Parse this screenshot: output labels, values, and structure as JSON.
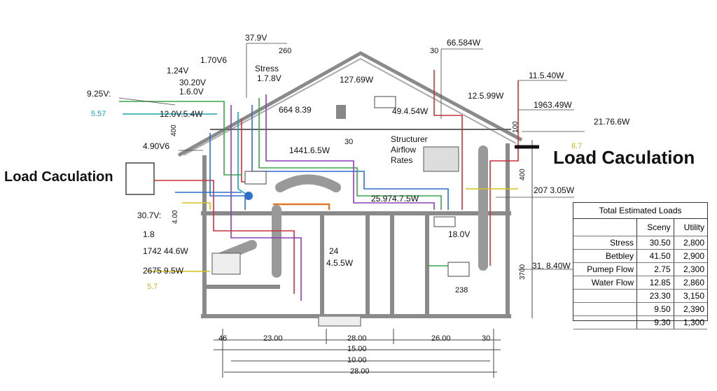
{
  "headings": {
    "left_title": "Load Caculation",
    "right_title": "Load Caculation",
    "center_note_1": "Structurer",
    "center_note_2": "Airflow",
    "center_note_3": "Rates",
    "stress_label": "Stress"
  },
  "callouts": {
    "c1": "37.9V",
    "c2": "260",
    "c3": "1.70V6",
    "c4": "1.24V",
    "c5": "30.20V",
    "c6": "1.6.0V",
    "c7": "9.25V:",
    "c8": "5.57",
    "c9": "1.7.8V",
    "c10": "127.69W",
    "c11": "664 8.39",
    "c12": "12.0V.5.4W",
    "c13": "4.90V6",
    "c14": "1441.6.5W",
    "c15": "30",
    "c16": "30",
    "c17": "66.584W",
    "c18": "49.4.54W",
    "c19": "11.5.40W",
    "c20": "12.5.99W",
    "c21": "1963.49W",
    "c22": "21.76.6W",
    "c23": "6.7",
    "c24": "207 3.05W",
    "c25": "25.974.7.5W",
    "c26": "30.7V:",
    "c27": "1.8",
    "c28": "1742 44.6W",
    "c29": "2675 9.5W",
    "c30": "5.7",
    "c31": "24",
    "c32": "4.5.5W",
    "c33": "18.0V",
    "c34": "238",
    "c35": "31, 8.40W",
    "c36": "400",
    "c37": "400",
    "c38": "4.00",
    "c39": "100",
    "c40": "3700"
  },
  "dimensions": {
    "d1": "46",
    "d2": "23.00",
    "d3": "28.00",
    "d4": "26.00",
    "d5": "30",
    "d6": "15.00",
    "d7": "10.00",
    "d8": "28.00"
  },
  "loads_table": {
    "title": "Total Estimated Loads",
    "headers": [
      "",
      "Sceny",
      "Utility"
    ],
    "rows": [
      [
        "Stress",
        "30.50",
        "2,800"
      ],
      [
        "Betbley",
        "41.50",
        "2,900"
      ],
      [
        "Pumep Flow",
        "2.75",
        "2,300"
      ],
      [
        "Water Flow",
        "12.85",
        "2,860"
      ],
      [
        "",
        "23.30",
        "3,150"
      ],
      [
        "",
        "9.50",
        "2,390"
      ],
      [
        "",
        "9.30",
        "1,300"
      ]
    ]
  },
  "colors": {
    "wall": "#8a8a8a",
    "pipe_red": "#c8333a",
    "pipe_blue": "#2f6fd0",
    "pipe_green": "#3aa64a",
    "pipe_purple": "#8a3fb8",
    "pipe_yellow": "#d6c21e",
    "pipe_teal": "#1aa3b0",
    "pipe_orange": "#e07a2a"
  }
}
